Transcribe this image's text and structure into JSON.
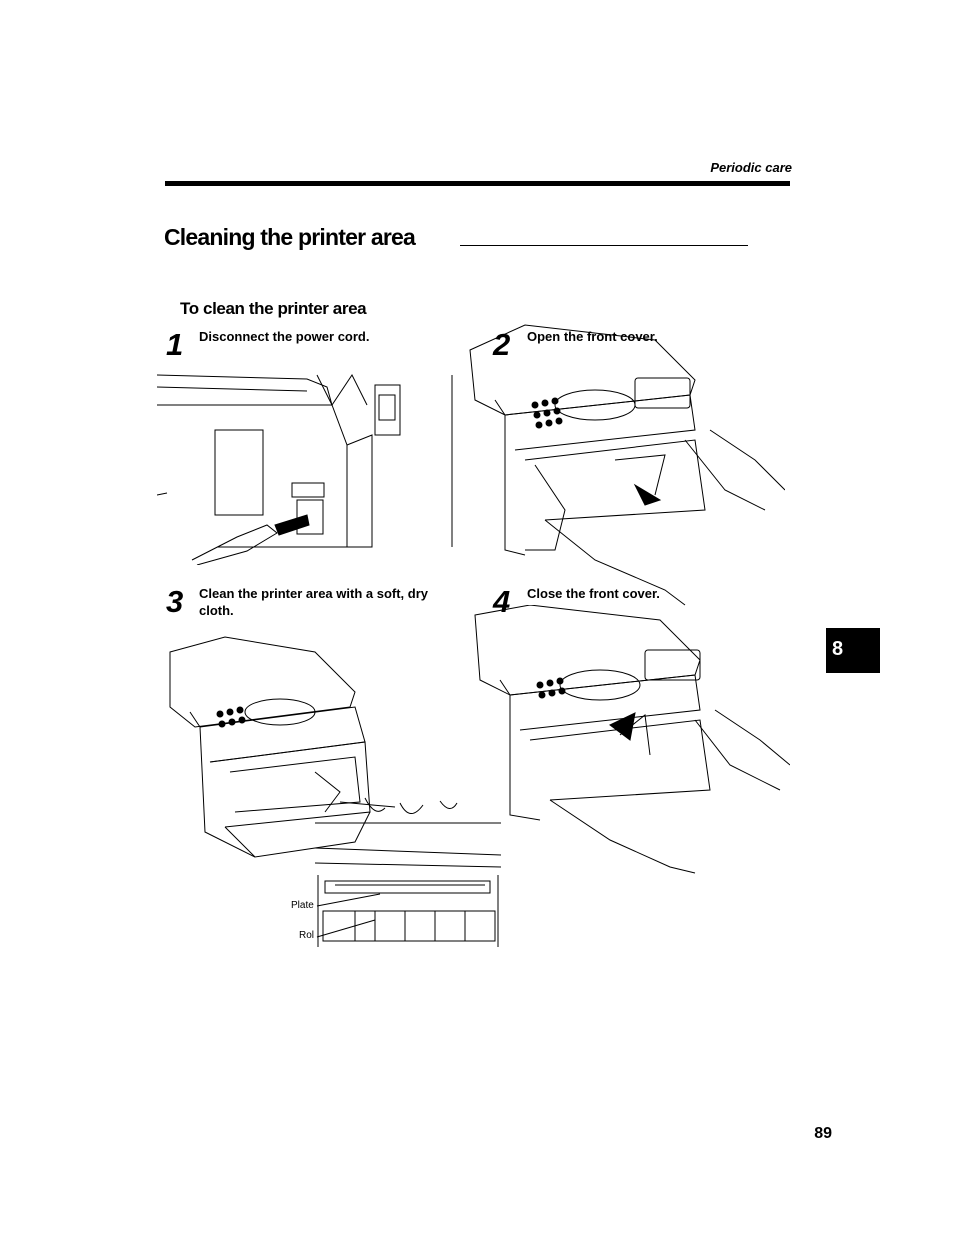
{
  "header": {
    "section": "Periodic care"
  },
  "title": "Cleaning the printer area",
  "subheading": "To clean the printer area",
  "steps": [
    {
      "number": "1",
      "text": "Disconnect the power cord."
    },
    {
      "number": "2",
      "text": "Open the front cover."
    },
    {
      "number": "3",
      "text": "Clean the printer area with a soft, dry cloth."
    },
    {
      "number": "4",
      "text": "Close the front cover."
    }
  ],
  "callouts": {
    "platen": "Plate",
    "roller": "Rol"
  },
  "chapter_tab": "8",
  "page_number": "89"
}
